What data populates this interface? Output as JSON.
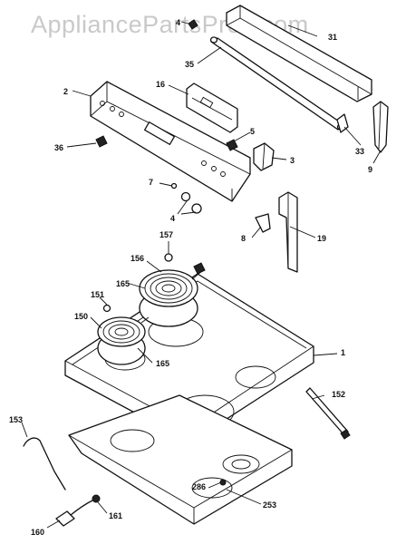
{
  "watermark": "AppliancePartsPros.com",
  "callouts": [
    {
      "id": "4",
      "label": "4"
    },
    {
      "id": "31",
      "label": "31"
    },
    {
      "id": "35",
      "label": "35"
    },
    {
      "id": "16",
      "label": "16"
    },
    {
      "id": "2",
      "label": "2"
    },
    {
      "id": "5",
      "label": "5"
    },
    {
      "id": "33",
      "label": "33"
    },
    {
      "id": "9",
      "label": "9"
    },
    {
      "id": "36",
      "label": "36"
    },
    {
      "id": "3",
      "label": "3"
    },
    {
      "id": "7",
      "label": "7"
    },
    {
      "id": "4b",
      "label": "4"
    },
    {
      "id": "8",
      "label": "8"
    },
    {
      "id": "19",
      "label": "19"
    },
    {
      "id": "157",
      "label": "157"
    },
    {
      "id": "156",
      "label": "156"
    },
    {
      "id": "165",
      "label": "165"
    },
    {
      "id": "151",
      "label": "151"
    },
    {
      "id": "150",
      "label": "150"
    },
    {
      "id": "165b",
      "label": "165"
    },
    {
      "id": "1",
      "label": "1"
    },
    {
      "id": "152",
      "label": "152"
    },
    {
      "id": "153",
      "label": "153"
    },
    {
      "id": "286",
      "label": "286"
    },
    {
      "id": "253",
      "label": "253"
    },
    {
      "id": "160",
      "label": "160"
    },
    {
      "id": "161",
      "label": "161"
    }
  ]
}
